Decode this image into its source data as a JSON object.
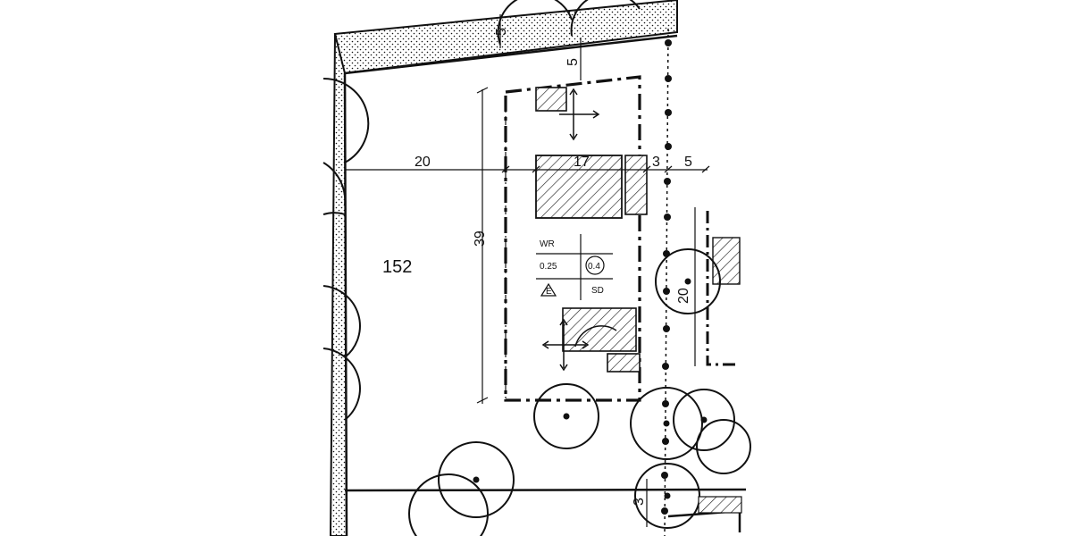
{
  "plan": {
    "plot_number": "152",
    "dimensions": {
      "front_setback": "5",
      "top_offset": "5",
      "left_distance": "20",
      "building_width": "17",
      "side_margin": "3",
      "right_margin": "5",
      "depth": "39",
      "lower_depth": "20",
      "bottom_offset": "3"
    },
    "zoning": {
      "land_use": "WR",
      "grz": "0.25",
      "gfz": "0.4",
      "storeys": "E",
      "roof_type": "SD"
    },
    "colors": {
      "ink": "#111111",
      "paper": "#ffffff",
      "hatch": "#222222"
    }
  }
}
